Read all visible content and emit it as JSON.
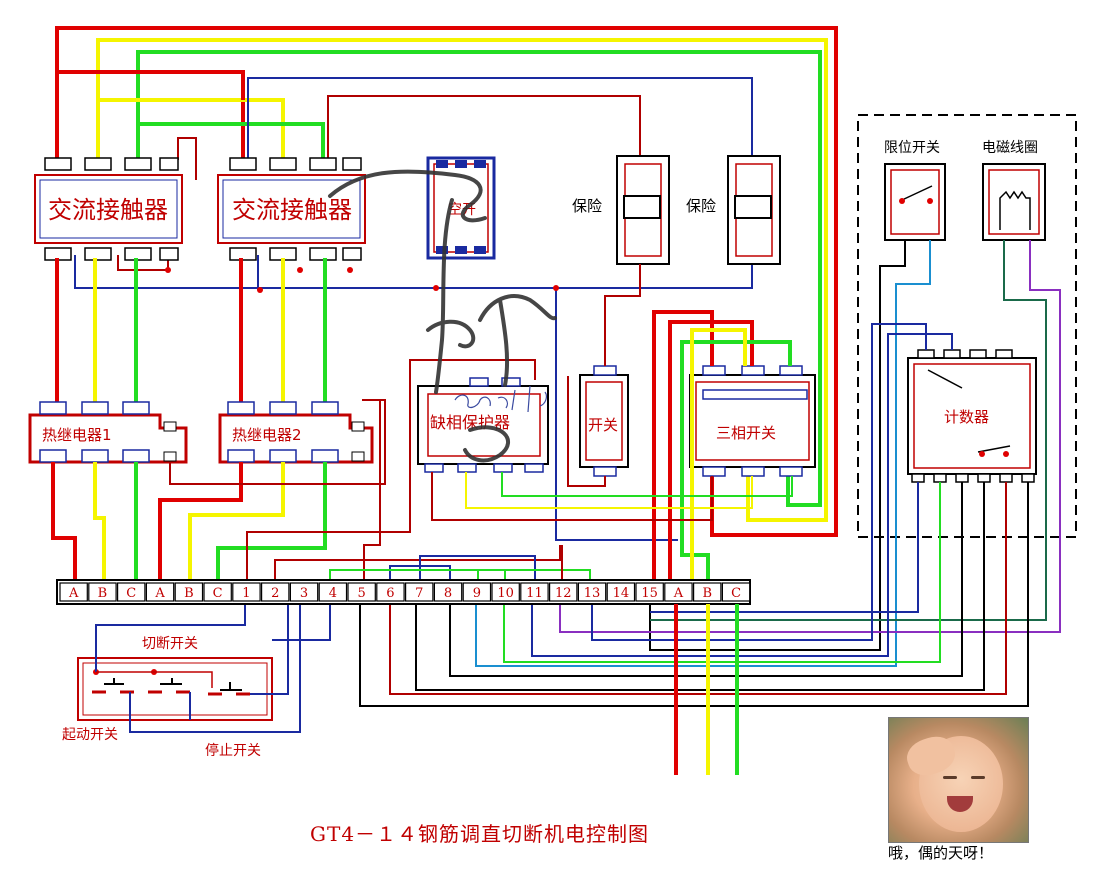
{
  "title": "GT4－１４钢筋调直切断机电控制图",
  "contactor_label": "交流接触器",
  "relay1_label": "热继电器1",
  "relay2_label": "热继电器2",
  "breaker_label": "空开",
  "fuse_label": "保险",
  "phase_protector_label": "缺相保护器",
  "switch_label": "开关",
  "three_phase_switch_label": "三相开关",
  "limit_switch_label": "限位开关",
  "coil_label": "电磁线圈",
  "counter_label": "计数器",
  "cutoff_switch_label": "切断开关",
  "start_switch_label": "起动开关",
  "stop_switch_label": "停止开关",
  "terminals": [
    "A",
    "B",
    "C",
    "A",
    "B",
    "C",
    "1",
    "2",
    "3",
    "4",
    "5",
    "6",
    "7",
    "8",
    "9",
    "10",
    "11",
    "12",
    "13",
    "14",
    "15",
    "A",
    "B",
    "C"
  ],
  "caption": "哦，偶的天呀！",
  "colors": {
    "red": "#e00000",
    "yellow": "#f5f500",
    "green": "#22dd22",
    "blue": "#1a2aa0",
    "darkred": "#b00000",
    "black": "#000000"
  }
}
